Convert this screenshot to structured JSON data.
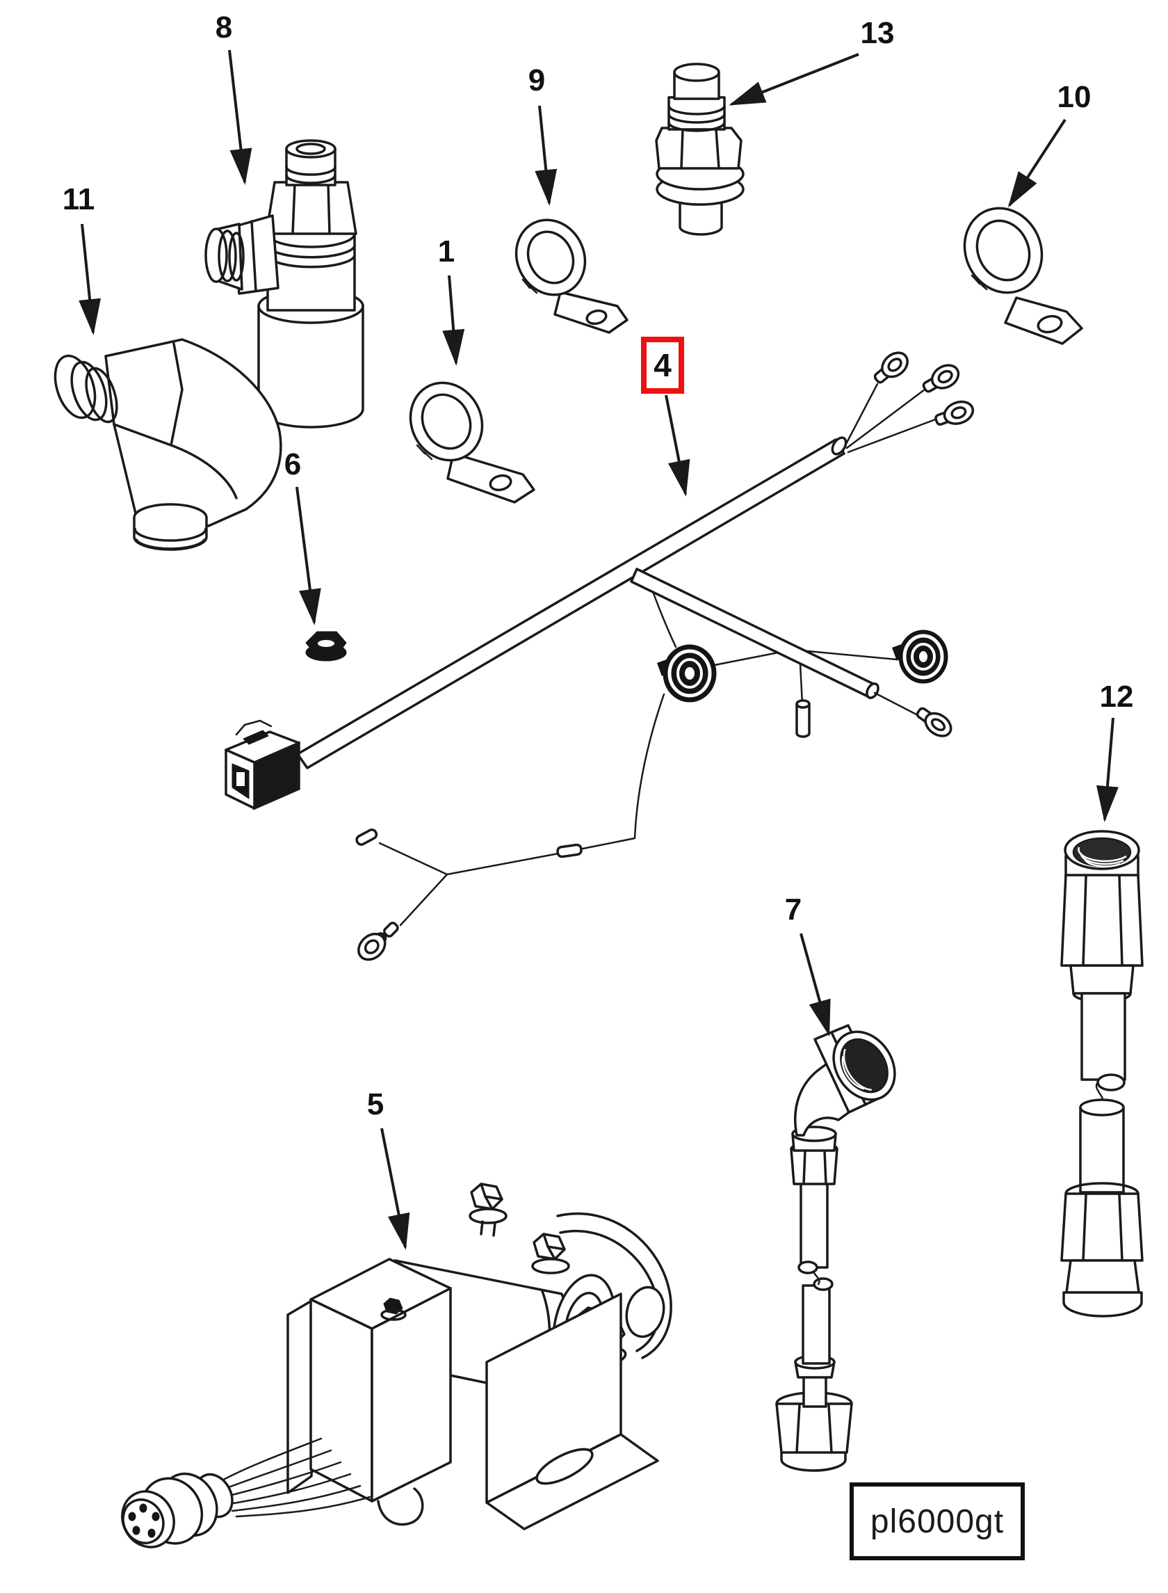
{
  "diagram": {
    "figure_code": "pl6000gt",
    "background_color": "#ffffff",
    "line_color": "#1a1a1a",
    "highlight_box_color": "#ee1111",
    "callouts": [
      {
        "number": "8",
        "highlighted": false
      },
      {
        "number": "9",
        "highlighted": false
      },
      {
        "number": "13",
        "highlighted": false
      },
      {
        "number": "10",
        "highlighted": false
      },
      {
        "number": "11",
        "highlighted": false
      },
      {
        "number": "1",
        "highlighted": false
      },
      {
        "number": "6",
        "highlighted": false
      },
      {
        "number": "4",
        "highlighted": true
      },
      {
        "number": "12",
        "highlighted": false
      },
      {
        "number": "7",
        "highlighted": false
      },
      {
        "number": "5",
        "highlighted": false
      }
    ],
    "parts": [
      {
        "callout": "8",
        "shape": "fitting-with-side-port"
      },
      {
        "callout": "9",
        "shape": "cable-clamp-small"
      },
      {
        "callout": "13",
        "shape": "sensor-plug"
      },
      {
        "callout": "10",
        "shape": "cable-clamp-large"
      },
      {
        "callout": "11",
        "shape": "elbow-fitting"
      },
      {
        "callout": "1",
        "shape": "cable-clamp"
      },
      {
        "callout": "6",
        "shape": "hex-nut"
      },
      {
        "callout": "4",
        "shape": "wiring-harness"
      },
      {
        "callout": "12",
        "shape": "straight-hose-assembly"
      },
      {
        "callout": "7",
        "shape": "angled-hose-assembly"
      },
      {
        "callout": "5",
        "shape": "pump-assembly"
      }
    ]
  }
}
